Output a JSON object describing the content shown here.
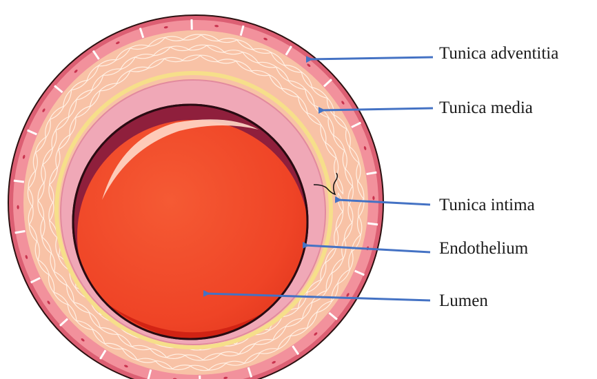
{
  "labels": {
    "adventitia": "Tunica adventitia",
    "media": "Tunica media",
    "intima": "Tunica intima",
    "endothelium": "Endothelium",
    "lumen": "Lumen"
  },
  "colors": {
    "outer_rim": "#dc5f73",
    "adventitia": "#f2919c",
    "media": "#f8c2a6",
    "media_pattern": "#fff0e4",
    "yellow_ring": "#f6df8a",
    "intima": "#f0a8b7",
    "lumen_dark": "#8f1f3c",
    "lumen_red": "#ef4426",
    "lumen_shadow": "#cd1e12",
    "arrow": "#4472c4"
  },
  "icons": {
    "arrow": "arrow-icon"
  }
}
